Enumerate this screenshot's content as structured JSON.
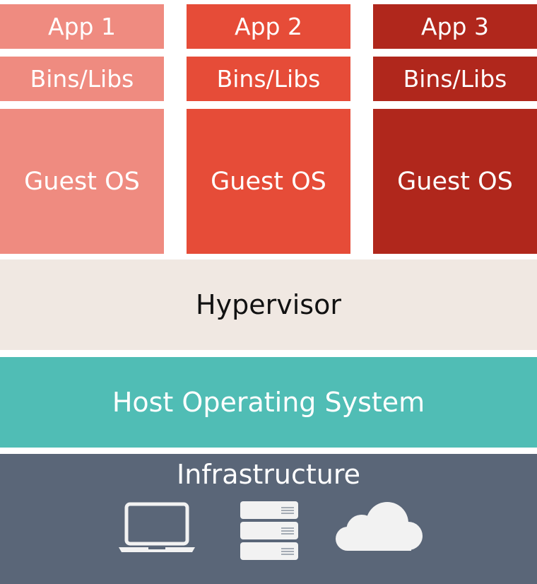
{
  "vms": [
    {
      "app": "App 1",
      "bins": "Bins/Libs",
      "guest_os": "Guest OS"
    },
    {
      "app": "App 2",
      "bins": "Bins/Libs",
      "guest_os": "Guest OS"
    },
    {
      "app": "App 3",
      "bins": "Bins/Libs",
      "guest_os": "Guest OS"
    }
  ],
  "layers": {
    "hypervisor": "Hypervisor",
    "host_os": "Host Operating System",
    "infrastructure": "Infrastructure"
  },
  "infrastructure_icons": [
    "laptop-icon",
    "server-rack-icon",
    "cloud-icon"
  ],
  "colors": {
    "vm1": "#ef8b80",
    "vm2": "#e64c38",
    "vm3": "#b0271c",
    "hypervisor": "#f0e8e2",
    "host_os": "#50bdb5",
    "infrastructure": "#5a6678",
    "icon": "#f2f2f2"
  }
}
